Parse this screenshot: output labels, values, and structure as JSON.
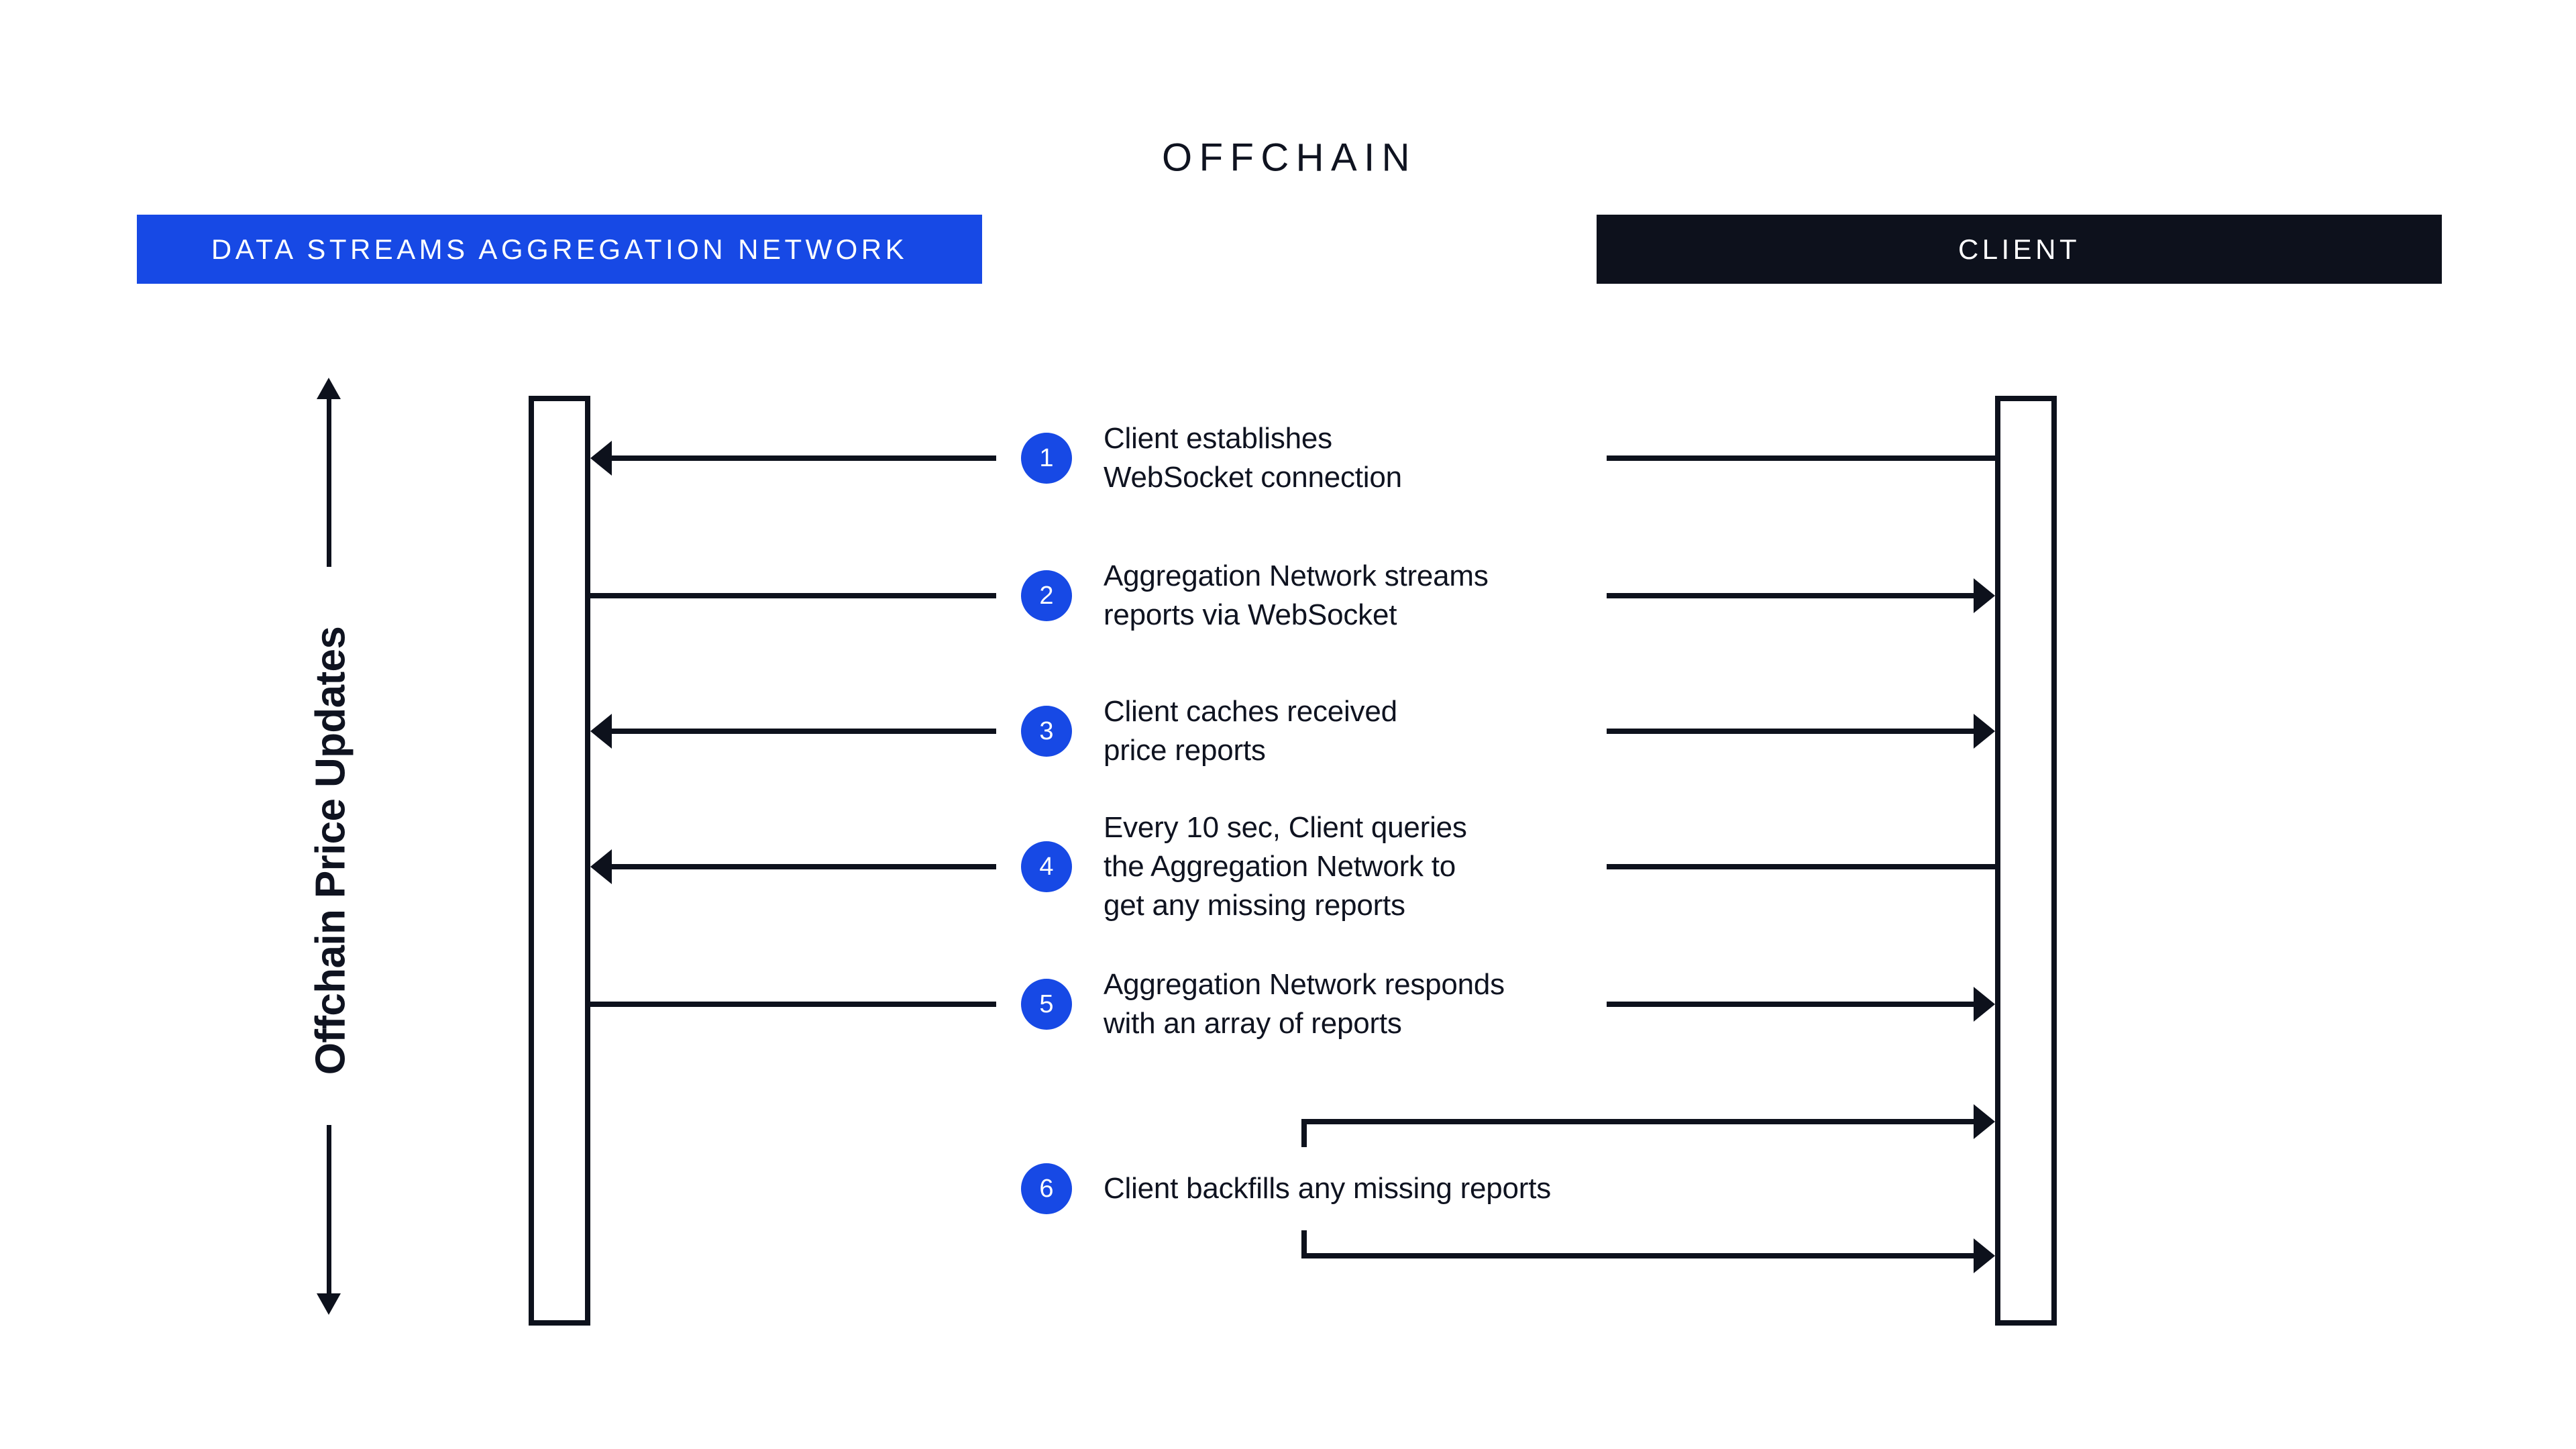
{
  "title": "OFFCHAIN",
  "colors": {
    "accent_blue": "#1749E5",
    "dark_navy": "#0D111C",
    "ink_text": "#0F1320",
    "background": "#FFFFFF"
  },
  "lanes": {
    "network": {
      "label": "DATA STREAMS AGGREGATION NETWORK"
    },
    "client": {
      "label": "CLIENT"
    }
  },
  "side_axis": {
    "label": "Offchain Price Updates"
  },
  "steps": [
    {
      "num": "1",
      "text": "Client establishes\nWebSocket connection"
    },
    {
      "num": "2",
      "text": "Aggregation Network streams\nreports via WebSocket"
    },
    {
      "num": "3",
      "text": "Client caches received\nprice reports"
    },
    {
      "num": "4",
      "text": "Every 10 sec, Client queries\nthe Aggregation Network to\nget any missing reports"
    },
    {
      "num": "5",
      "text": "Aggregation Network responds\nwith an array of reports"
    },
    {
      "num": "6",
      "text": "Client backfills any missing reports"
    }
  ]
}
